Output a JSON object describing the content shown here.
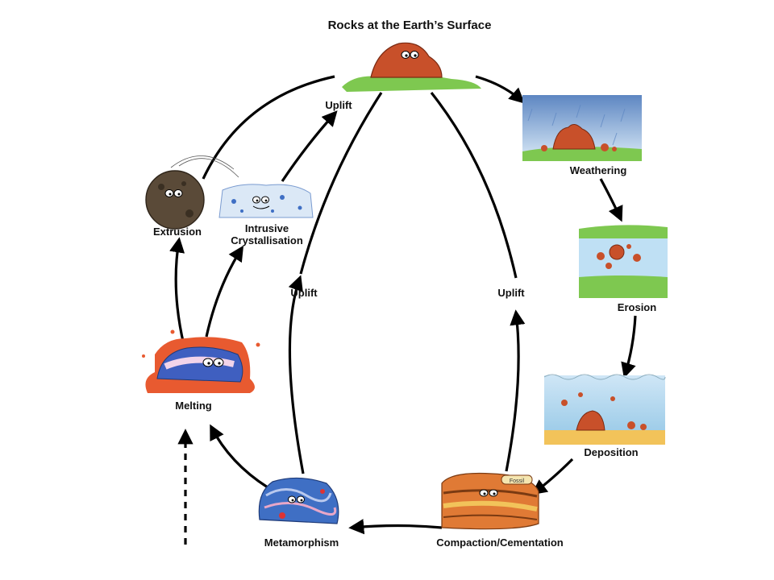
{
  "title": "Rocks at the Earth’s Surface",
  "labels": {
    "weathering": "Weathering",
    "erosion": "Erosion",
    "deposition": "Deposition",
    "compaction": "Compaction/Cementation",
    "metamorphism": "Metamorphism",
    "melting": "Melting",
    "extrusion": "Extrusion",
    "intrusive_line1": "Intrusive",
    "intrusive_line2": "Crystallisation",
    "uplift_top": "Uplift",
    "uplift_left": "Uplift",
    "uplift_right": "Uplift"
  },
  "fossil_text": "Fossil",
  "colors": {
    "arrow": "#000000",
    "rock_red": "#c8502a",
    "grass": "#7ec850",
    "water": "#bfe0f4",
    "sand": "#f2c35a",
    "metamorphic_blue": "#3f6fc4",
    "magma": "#e85a30",
    "basalt": "#5a4a38"
  }
}
